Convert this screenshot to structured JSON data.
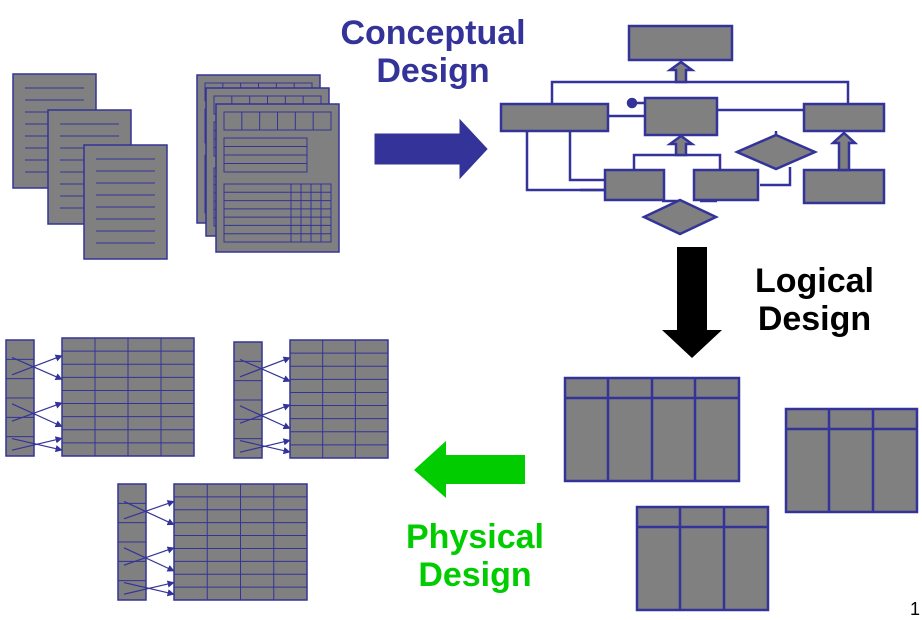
{
  "labels": {
    "conceptual": {
      "line1": "Conceptual",
      "line2": "Design"
    },
    "logical": {
      "line1": "Logical",
      "line2": "Design"
    },
    "physical": {
      "line1": "Physical",
      "line2": "Design"
    }
  },
  "page_number": "1",
  "colors": {
    "box_fill": "#808080",
    "outline": "#333399",
    "conceptual_text": "#333399",
    "conceptual_arrow": "#333399",
    "logical_arrow": "#000000",
    "physical_arrow": "#00cc00",
    "physical_text": "#00cc00",
    "background": "#ffffff"
  }
}
